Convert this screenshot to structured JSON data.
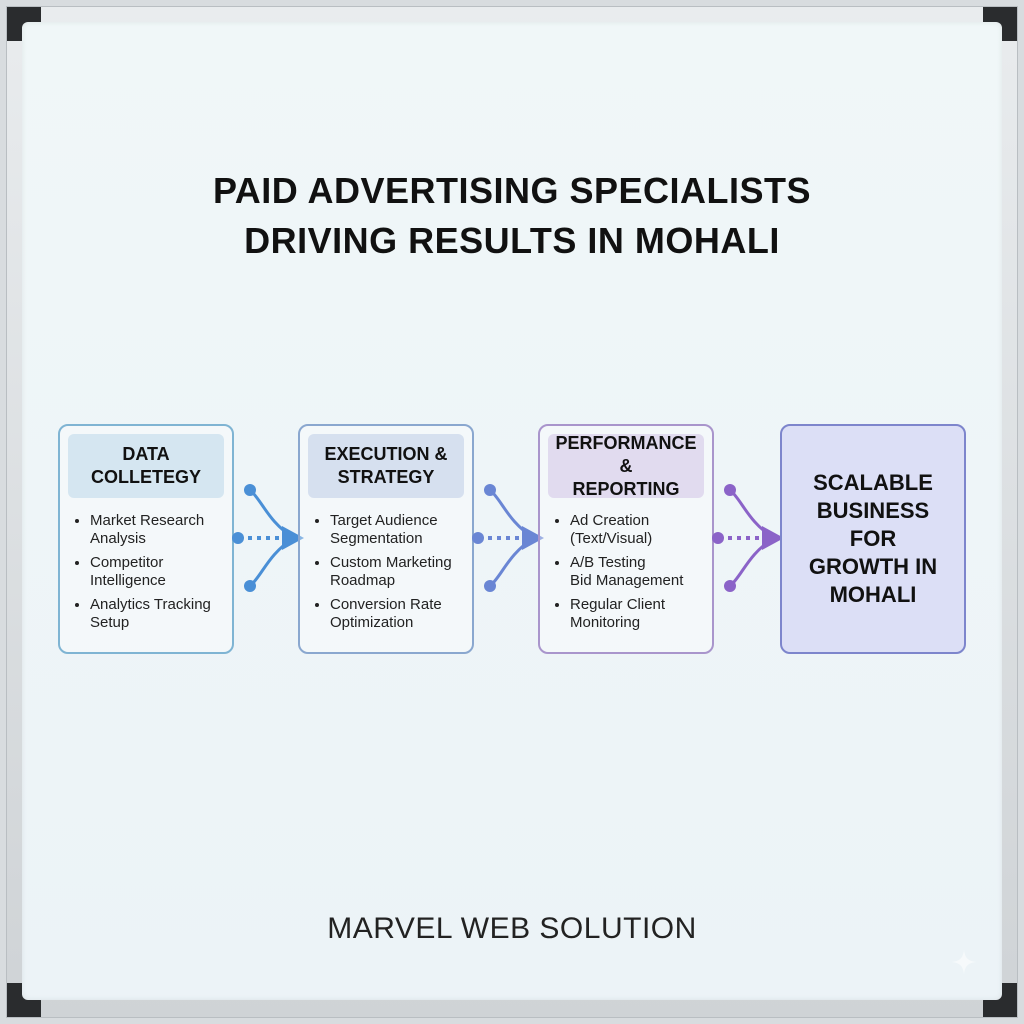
{
  "title_line1": "PAID ADVERTISING SPECIALISTS",
  "title_line2": "DRIVING RESULTS IN MOHALI",
  "stages": [
    {
      "heading_line1": "DATA",
      "heading_line2": "COLLETEGY",
      "items": [
        "Market Research Analysis",
        "Competitor Intelligence",
        "Analytics Tracking Setup"
      ]
    },
    {
      "heading_line1": "EXECUTION &",
      "heading_line2": "STRATEGY",
      "items": [
        "Target Audience Segmentation",
        "Custom Marketing Roadmap",
        "Conversion Rate Optimization"
      ]
    },
    {
      "heading_line1": "PERFORMANCE &",
      "heading_line2": "REPORTING",
      "items": [
        "Ad Creation (Text/Visual)",
        "A/B Testing",
        "Bid Management",
        "Regular Client Monitoring"
      ]
    }
  ],
  "result_lines": [
    "SCALABLE",
    "BUSINESS",
    "FOR",
    "GROWTH IN",
    "MOHALI"
  ],
  "footer": "MARVEL WEB SOLUTION",
  "colors": {
    "stage1": "#7fb4d3",
    "stage2": "#8aa7cf",
    "stage3": "#a995cc",
    "result": "#7d85cc",
    "arrow1": "#4a8fd6",
    "arrow2": "#6a86d4",
    "arrow3": "#8b63c8"
  }
}
